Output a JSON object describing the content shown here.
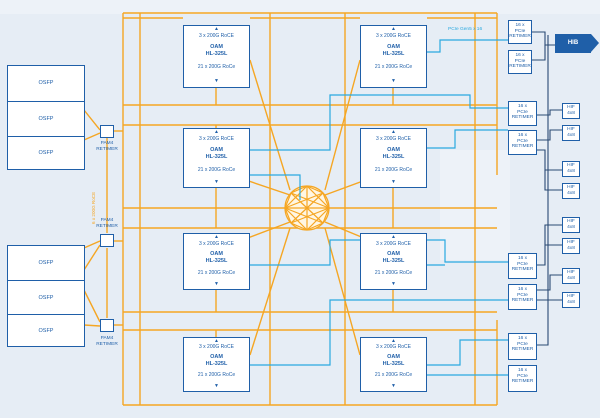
{
  "colors": {
    "background": "#e6edf5",
    "box_border": "#1f5fa8",
    "orange_link": "#f5a623",
    "blue_link": "#29a9e0",
    "dark_link": "#2a4a73",
    "hib_fill": "#1f5fa8"
  },
  "osfp_label": "OSFP",
  "retimer": {
    "line1": "PAM4",
    "line2": "RETIMER"
  },
  "oam": {
    "top_port": "3 x 200G RoCE",
    "name_line1": "OAM",
    "name_line2": "HL-325L",
    "bottom_port": "21 x 200G RoCe",
    "arrow_up": "▲",
    "arrow_down": "▼"
  },
  "pcie_retimer": {
    "line1": "16 x",
    "line2": "PCIe",
    "line3": "RETIMER"
  },
  "hif": {
    "line1": "HIF",
    "line2": "4x8"
  },
  "hib_label": "HIB",
  "pcie_link_label": "PCIe Gen5 x 16",
  "roce_side_label": "6 x 200G RoCE"
}
